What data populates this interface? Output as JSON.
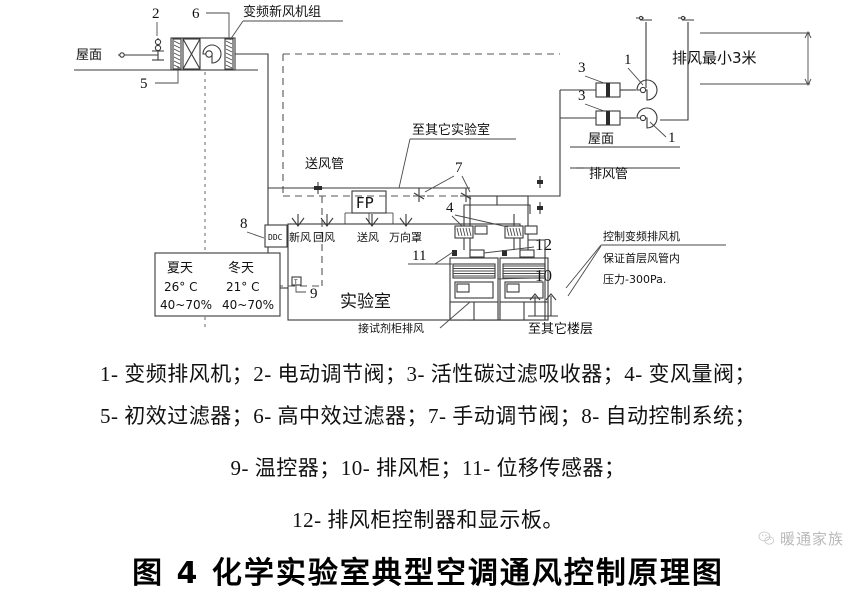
{
  "figure": {
    "title": "图 4 化学实验室典型空调通风控制原理图",
    "number": "图 4"
  },
  "watermark": {
    "text": "暖通家族",
    "icon": "wechat-icon"
  },
  "legend": {
    "line1": "1- 变频排风机；2- 电动调节阀；3- 活性碳过滤吸收器；4- 变风量阀；",
    "line2": "5- 初效过滤器；6- 高中效过滤器；7- 手动调节阀；8- 自动控制系统；",
    "line3": "9- 温控器；10- 排风柜；11- 位移传感器；",
    "line4": "12- 排风柜控制器和显示板。",
    "items": [
      {
        "num": "1",
        "label": "变频排风机"
      },
      {
        "num": "2",
        "label": "电动调节阀"
      },
      {
        "num": "3",
        "label": "活性碳过滤吸收器"
      },
      {
        "num": "4",
        "label": "变风量阀"
      },
      {
        "num": "5",
        "label": "初效过滤器"
      },
      {
        "num": "6",
        "label": "高中效过滤器"
      },
      {
        "num": "7",
        "label": "手动调节阀"
      },
      {
        "num": "8",
        "label": "自动控制系统"
      },
      {
        "num": "9",
        "label": "温控器"
      },
      {
        "num": "10",
        "label": "排风柜"
      },
      {
        "num": "11",
        "label": "位移传感器"
      },
      {
        "num": "12",
        "label": "排风柜控制器和显示板"
      }
    ]
  },
  "diagram": {
    "callouts": {
      "c2": "2",
      "c6": "6",
      "c5": "5",
      "c3a": "3",
      "c3b": "3",
      "c1a": "1",
      "c1b": "1",
      "c7a": "7",
      "c7b": "7",
      "c4": "4",
      "c8": "8",
      "c9": "9",
      "c11": "11",
      "c12": "12",
      "c10": "10"
    },
    "labels": {
      "ahu_title": "变频新风机组",
      "roof_left": "屋面",
      "roof_right": "屋面",
      "exhaust_min": "排风最小3米",
      "exhaust_duct": "排风管",
      "supply_duct": "送风管",
      "to_other_labs": "至其它实验室",
      "to_other_floors": "至其它楼层",
      "lab_room": "实验室",
      "fresh_air": "新风",
      "return_air": "回风",
      "supply_air": "送风",
      "snorkel_hood": "万向罩",
      "reagent_exhaust": "接试剂柜排风",
      "ddc_box": "DDC",
      "fp_box": "FP",
      "note_line1": "控制变频排风机",
      "note_line2": "保证首层风管内",
      "note_line3": "压力-300Pa."
    },
    "conditions_table": {
      "summer_label": "夏天",
      "winter_label": "冬天",
      "summer_temp": "26° C",
      "winter_temp": "21° C",
      "summer_humidity": "40~70%",
      "winter_humidity": "40~70%"
    },
    "colors": {
      "line": "#3a3a3a",
      "text": "#111111",
      "dashed": "#555555"
    }
  }
}
